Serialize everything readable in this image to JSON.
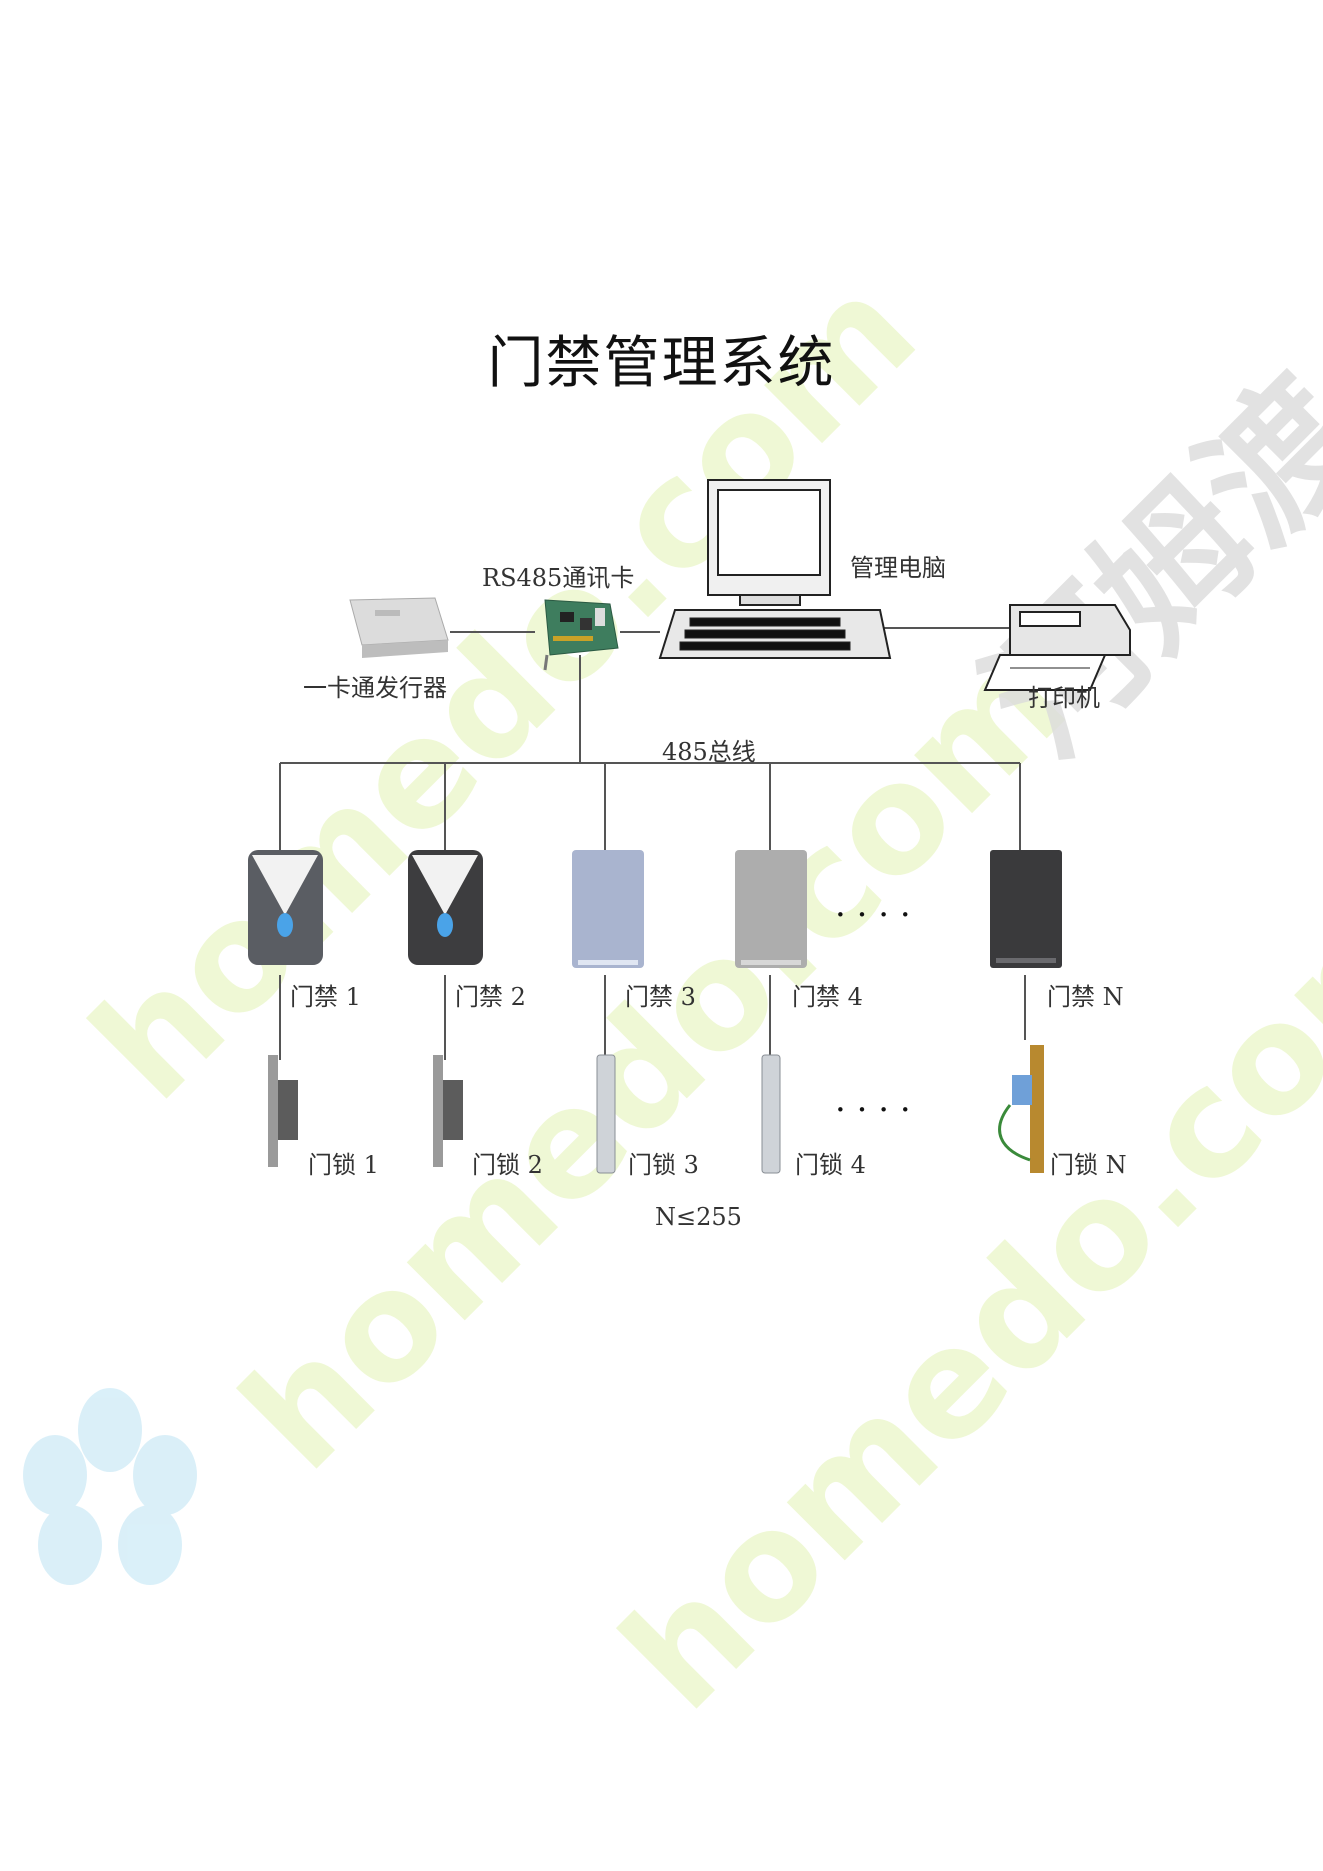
{
  "title": "门禁管理系统",
  "nodes": {
    "card_reader_issuer": "一卡通发行器",
    "rs485_card": "RS485通讯卡",
    "management_pc": "管理电脑",
    "printer": "打印机",
    "bus": "485总线"
  },
  "access_controllers": [
    "门禁 1",
    "门禁 2",
    "门禁 3",
    "门禁 4",
    "门禁 N"
  ],
  "door_locks": [
    "门锁 1",
    "门锁 2",
    "门锁 3",
    "门锁 4",
    "门锁 N"
  ],
  "ellipsis": "· · · ·",
  "note": "N≤255",
  "watermark": {
    "text": "homedo.com",
    "cn": "河姆渡"
  }
}
